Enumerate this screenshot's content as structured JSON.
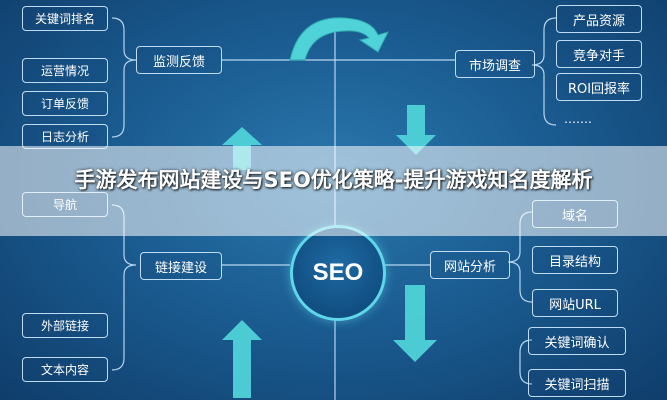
{
  "article": {
    "title": "手游发布网站建设与SEO优化策略-提升游戏知名度解析"
  },
  "diagram": {
    "center_label": "SEO",
    "left_top_items": [
      "关键词排名",
      "运营情况",
      "订单反馈",
      "日志分析"
    ],
    "left_mid_items": [
      "导航",
      "外部链接",
      "文本内容"
    ],
    "monitor_label": "监测反馈",
    "link_label": "链接建设",
    "market_label": "市场调查",
    "site_analysis_label": "网站分析",
    "right_top_items": [
      "产品资源",
      "竞争对手",
      "ROI回报率",
      "……."
    ],
    "right_mid_items": [
      "域名",
      "目录结构",
      "网站URL"
    ],
    "right_bottom_items": [
      "关键词确认",
      "关键词扫描"
    ],
    "colors": {
      "background": "#1b5d92",
      "line": "#d2ebff",
      "arrow": "#4fd2d8",
      "seo_ring": "#5fd7ea"
    },
    "icons": [
      "curved-arrow-icon",
      "up-arrow-icon",
      "down-arrow-icon"
    ]
  }
}
